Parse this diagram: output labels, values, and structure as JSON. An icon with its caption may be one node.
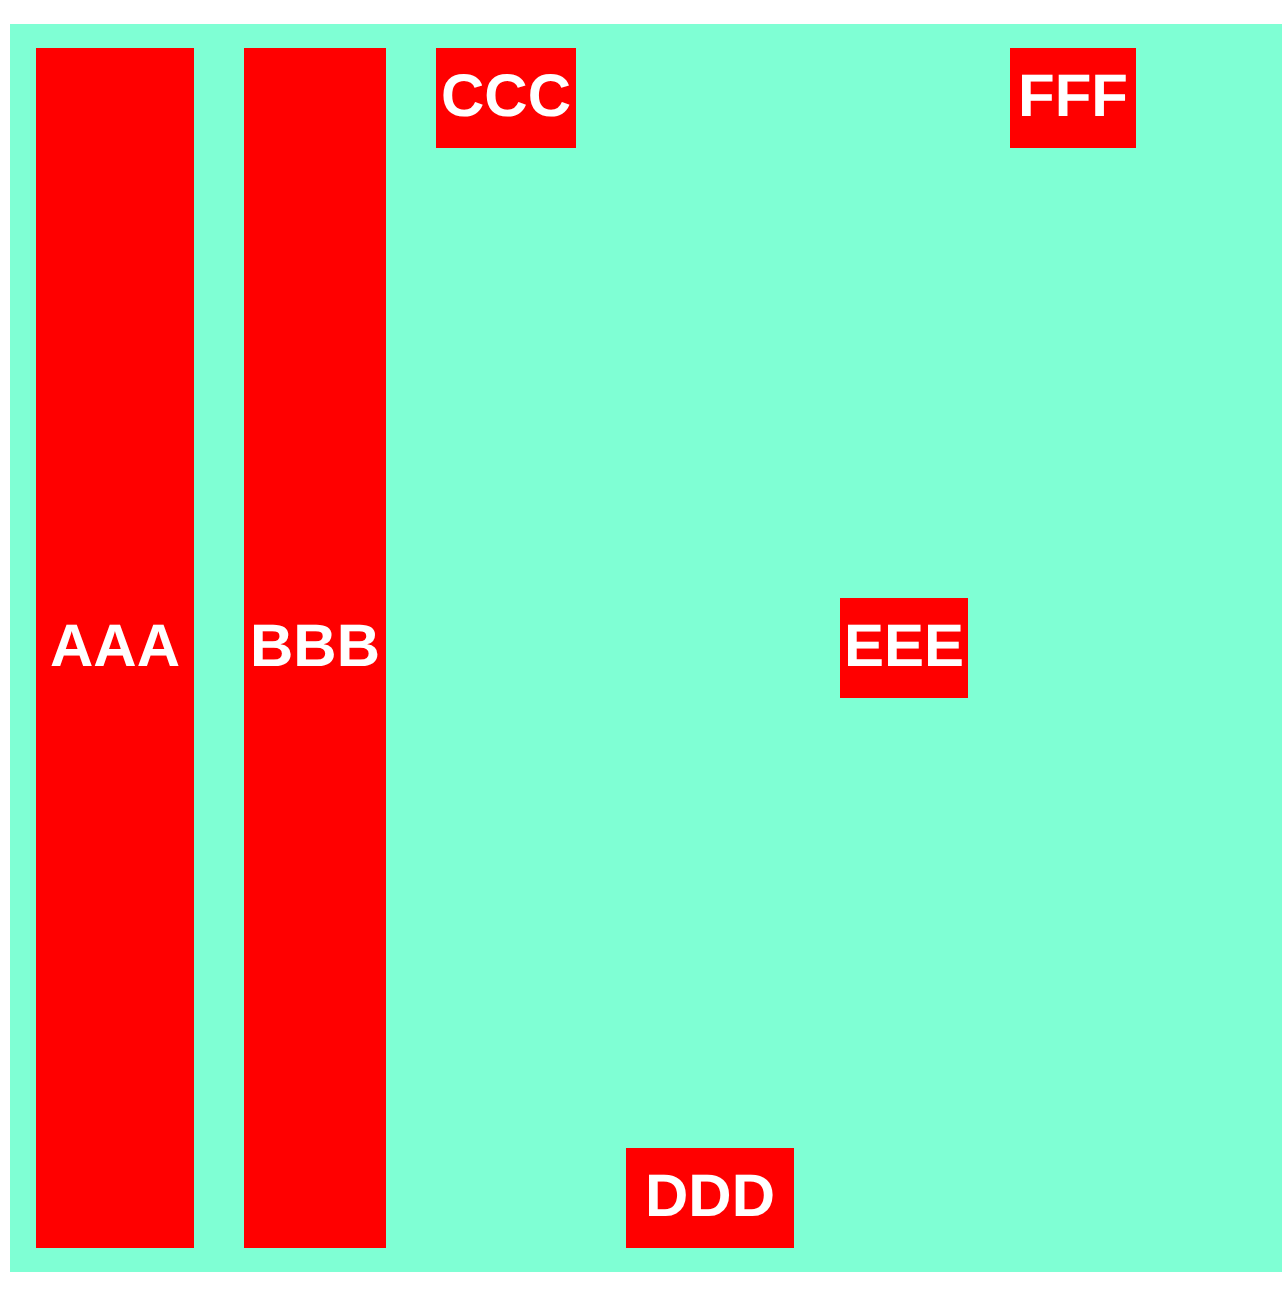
{
  "diagram": {
    "nodes": [
      {
        "text": [
          "AAA"
        ]
      },
      {
        "text": [
          "BBB"
        ]
      },
      {
        "text": [
          "CCC"
        ]
      },
      {
        "text": [
          "FFF"
        ]
      },
      {
        "text": [
          "EEE"
        ]
      },
      {
        "text": [
          "DDD"
        ]
      }
    ],
    "edges": []
  }
}
